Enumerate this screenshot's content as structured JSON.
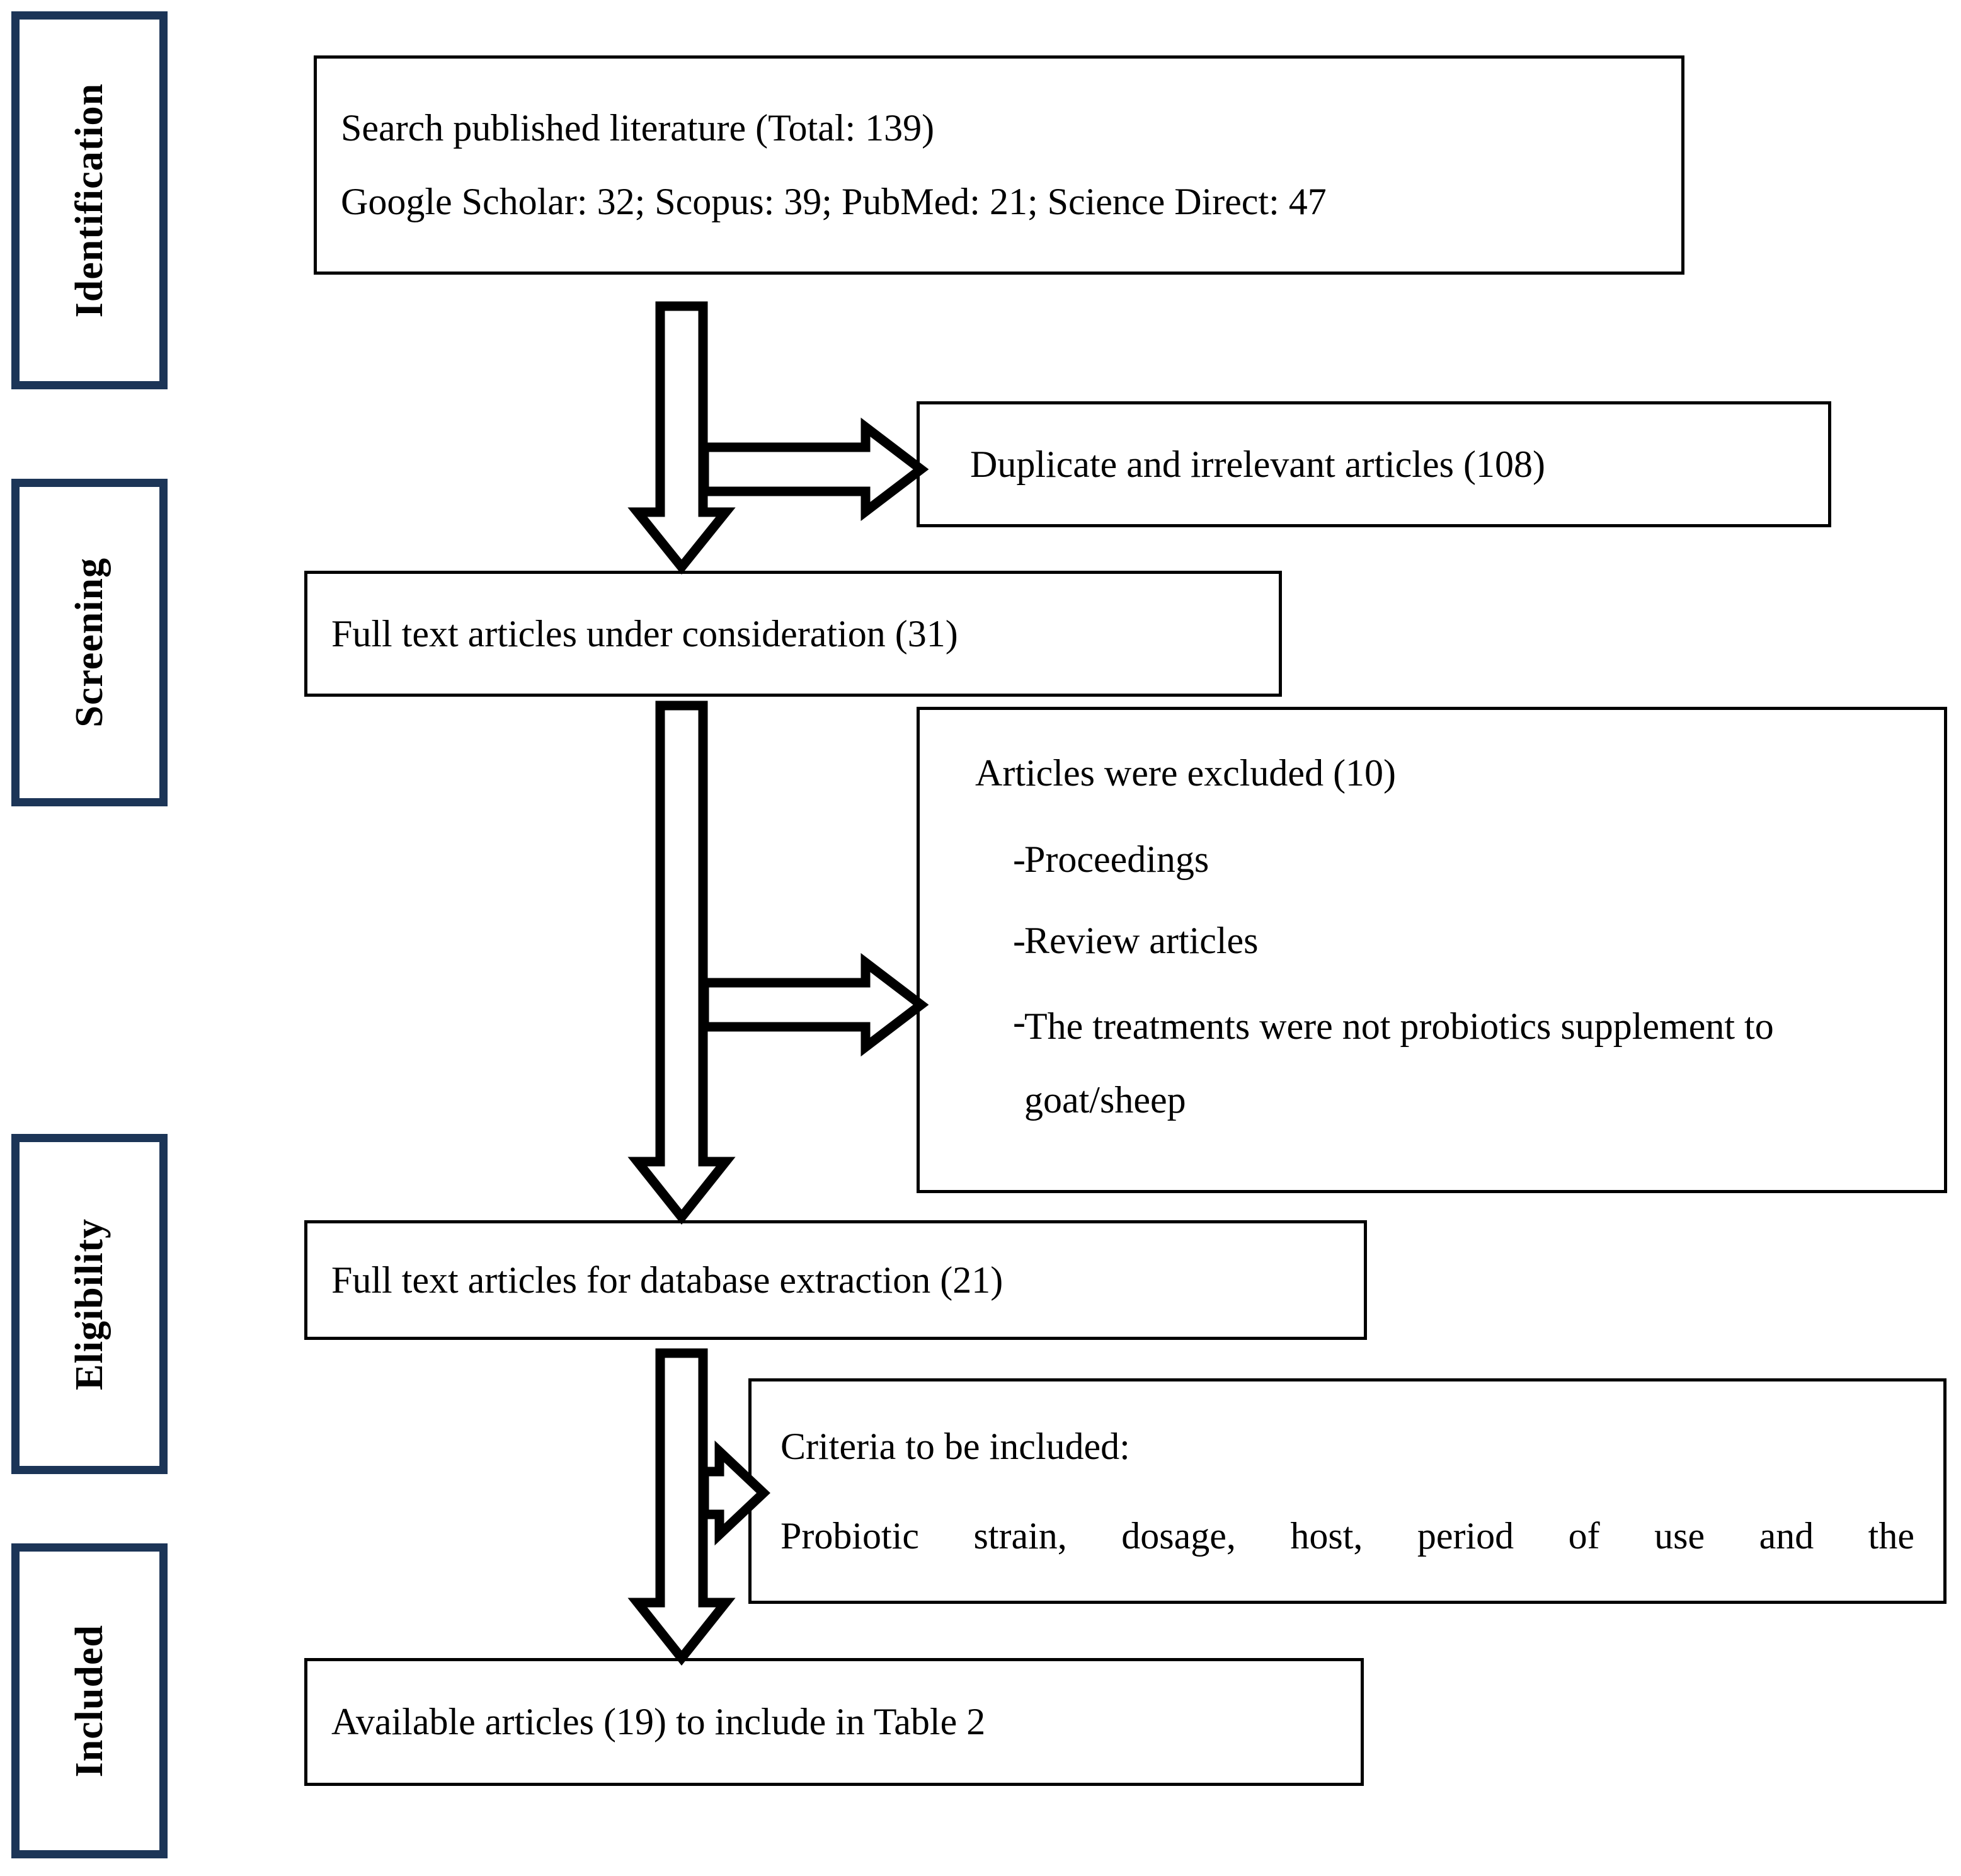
{
  "diagram": {
    "title": "PRISMA literature selection flow diagram",
    "border_color_stage": "#1c3557",
    "border_color_box": "#000000",
    "background": "#ffffff"
  },
  "stages": [
    {
      "label": "Identification"
    },
    {
      "label": "Screening"
    },
    {
      "label": "Eligibility"
    },
    {
      "label": "Included"
    }
  ],
  "boxes": {
    "search": {
      "line1": "Search published literature (Total: 139)",
      "line2": "Google Scholar: 32; Scopus: 39; PubMed: 21; Science Direct: 47"
    },
    "duplicates": {
      "text": "Duplicate and irrelevant articles (108)"
    },
    "under_consideration": {
      "text": "Full text articles under consideration (31)"
    },
    "excluded": {
      "heading": "Articles were excluded (10)",
      "bullet_marker": "-",
      "items": [
        "Proceedings",
        "Review articles",
        "The treatments were not probiotics supplement to goat/sheep"
      ]
    },
    "database_extraction": {
      "text": "Full text articles for database extraction (21)"
    },
    "criteria": {
      "line1": "Criteria to be included:",
      "line2": "Probiotic strain, dosage, host, period of use and the"
    },
    "available": {
      "text": "Available articles (19) to include in Table 2"
    }
  },
  "arrows": [
    {
      "name": "search-to-consideration",
      "direction": "down"
    },
    {
      "name": "to-duplicates",
      "direction": "right"
    },
    {
      "name": "consideration-to-extraction",
      "direction": "down"
    },
    {
      "name": "to-excluded",
      "direction": "right"
    },
    {
      "name": "extraction-to-available",
      "direction": "down"
    },
    {
      "name": "to-criteria",
      "direction": "right"
    }
  ]
}
